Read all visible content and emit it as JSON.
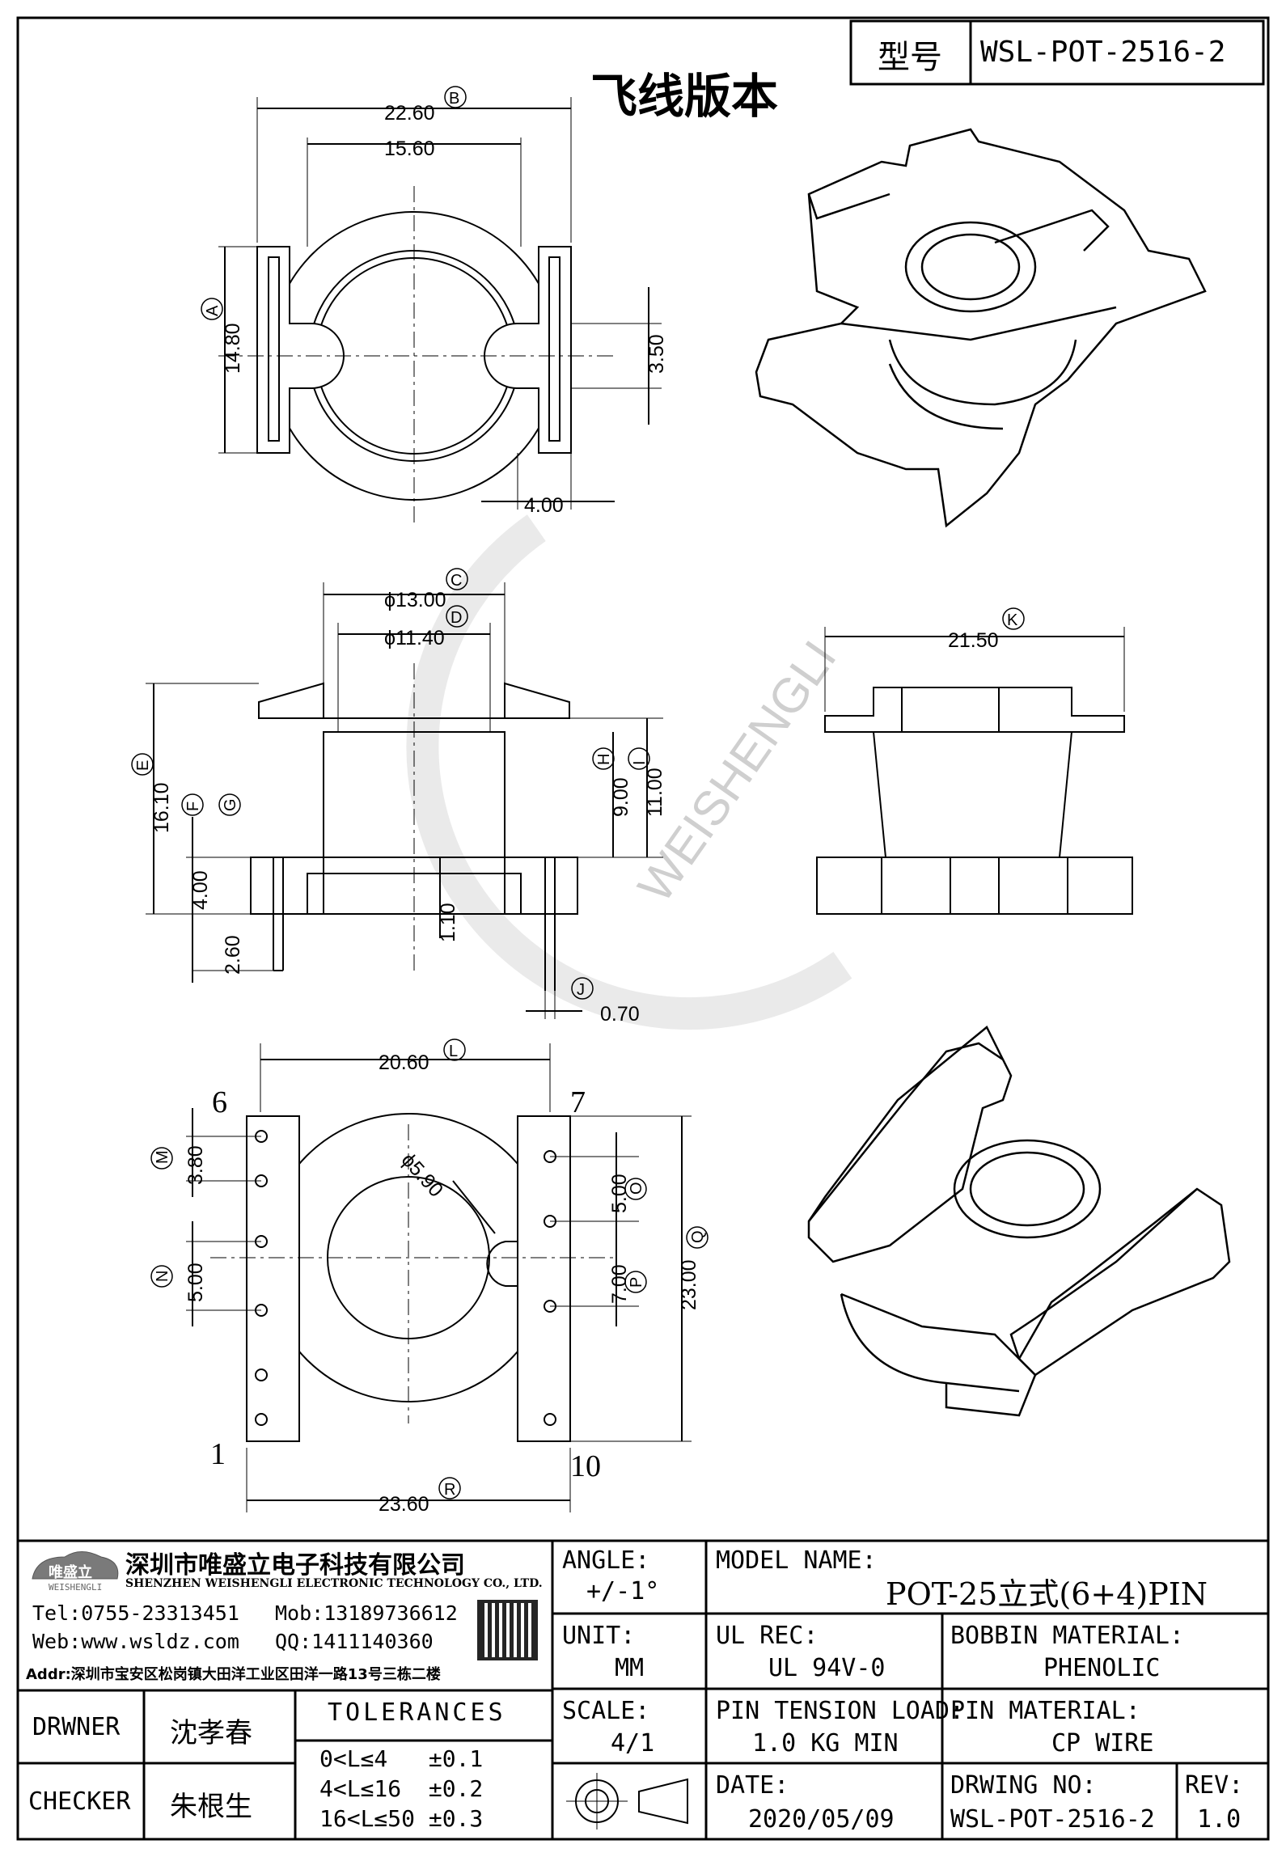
{
  "header": {
    "type_label": "型号",
    "type_value": "WSL-POT-2516-2",
    "title": "飞线版本"
  },
  "dims": {
    "top": {
      "w_outer": "22.60",
      "w_inner": "15.60",
      "h": "14.80",
      "slot": "3.50",
      "tab": "4.00",
      "lbl_a": "A",
      "lbl_b": "B"
    },
    "front": {
      "d1": "ϕ13.00",
      "d2": "ϕ11.40",
      "h_total": "16.10",
      "h_flange": "4.00",
      "pin_len": "2.60",
      "wall": "1.10",
      "win1": "9.00",
      "win2": "11.00",
      "pin_d": "0.70",
      "lbl_c": "C",
      "lbl_d": "D",
      "lbl_e": "E",
      "lbl_f": "F",
      "lbl_g": "G",
      "lbl_h": "H",
      "lbl_i": "I",
      "lbl_j": "J"
    },
    "side": {
      "w": "21.50",
      "lbl_k": "K"
    },
    "bottom": {
      "w_inner": "20.60",
      "w_outer": "23.60",
      "h": "23.00",
      "p1": "3.80",
      "p2": "5.00",
      "p3": "5.00",
      "p4": "7.00",
      "hole": "ϕ5.90",
      "lbl_l": "L",
      "lbl_m": "M",
      "lbl_n": "N",
      "lbl_o": "O",
      "lbl_p": "P",
      "lbl_q": "Q",
      "lbl_r": "R",
      "pin6": "6",
      "pin7": "7",
      "pin1": "1",
      "pin10": "10"
    }
  },
  "watermark": "WEISHENGLI",
  "company": {
    "logo_text": "唯盛立",
    "logo_sub": "WEISHENGLI",
    "name_cn": "深圳市唯盛立电子科技有限公司",
    "name_en": "SHENZHEN WEISHENGLI ELECTRONIC TECHNOLOGY CO., LTD.",
    "tel": "Tel:0755-23313451",
    "mob": "Mob:13189736612",
    "web": "Web:www.wsldz.com",
    "qq": "QQ:1411140360",
    "addr": "Addr:深圳市宝安区松岗镇大田洋工业区田洋一路13号三栋二楼"
  },
  "table": {
    "angle_label": "ANGLE:",
    "angle_value": "+/-1°",
    "model_label": "MODEL NAME:",
    "model_value": "POT-25立式(6+4)PIN",
    "unit_label": "UNIT:",
    "unit_value": "MM",
    "ul_label": "UL REC:",
    "ul_value": "UL 94V-0",
    "bobbin_label": "BOBBIN MATERIAL:",
    "bobbin_value": "PHENOLIC",
    "drawer_label": "DRWNER",
    "drawer_value": "沈孝春",
    "checker_label": "CHECKER",
    "checker_value": "朱根生",
    "tol_title": "TOLERANCES",
    "tol1": "0<L≤4   ±0.1",
    "tol2": "4<L≤16  ±0.2",
    "tol3": "16<L≤50 ±0.3",
    "scale_label": "SCALE:",
    "scale_value": "4/1",
    "tension_label": "PIN TENSION LOAD:",
    "tension_value": "1.0 KG MIN",
    "pinmat_label": "PIN MATERIAL:",
    "pinmat_value": "CP WIRE",
    "date_label": "DATE:",
    "date_value": "2020/05/09",
    "drwno_label": "DRWING NO:",
    "drwno_value": "WSL-POT-2516-2",
    "rev_label": "REV:",
    "rev_value": "1.0"
  }
}
